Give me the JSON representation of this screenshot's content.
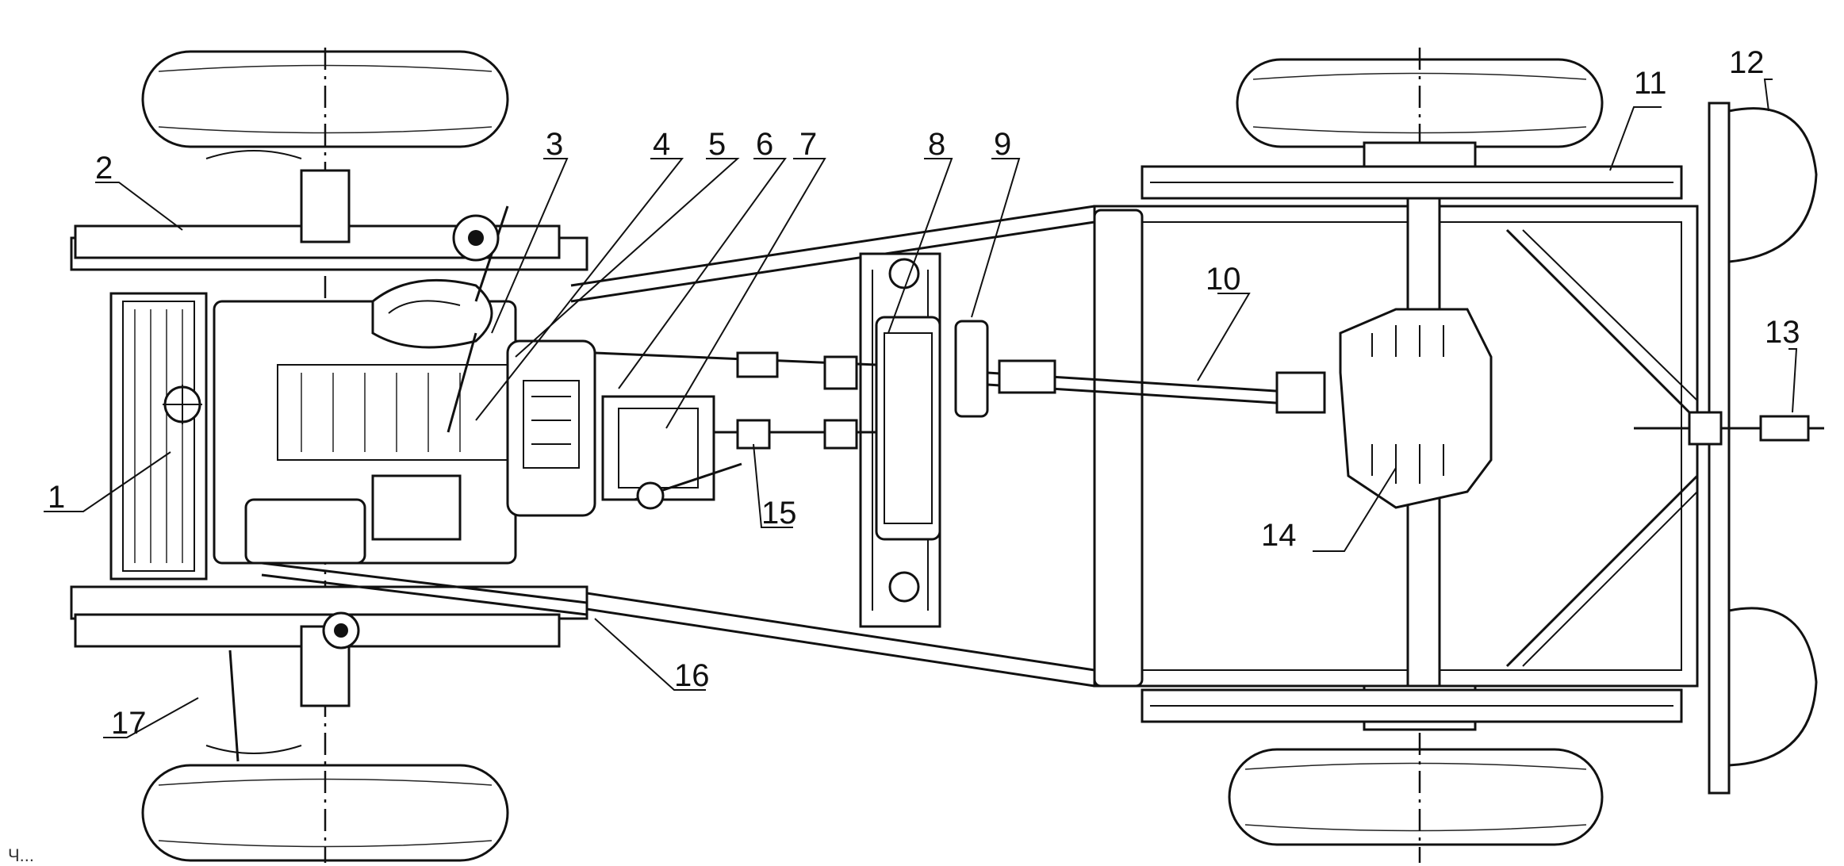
{
  "callouts": {
    "c1": "1",
    "c2": "2",
    "c3": "3",
    "c4": "4",
    "c5": "5",
    "c6": "6",
    "c7": "7",
    "c8": "8",
    "c9": "9",
    "c10": "10",
    "c11": "11",
    "c12": "12",
    "c13": "13",
    "c14": "14",
    "c15": "15",
    "c16": "16",
    "c17": "17"
  },
  "caption": "Ч..."
}
